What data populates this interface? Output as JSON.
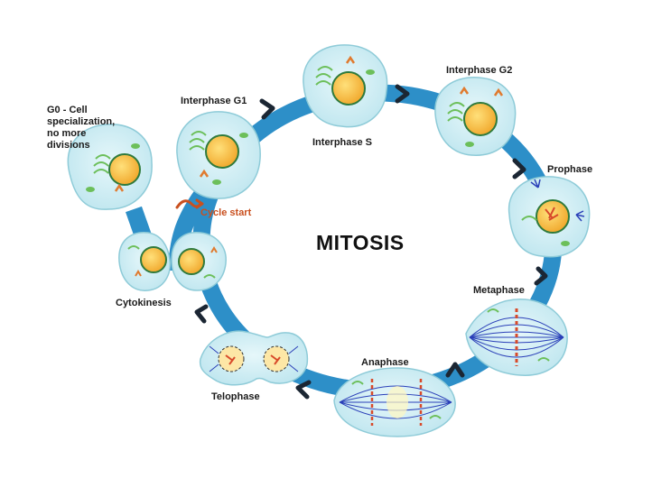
{
  "title": "MITOSIS",
  "stages": {
    "g0": "G0 - Cell\nspecialization,\nno more\ndivisions",
    "interphase_g1": "Interphase G1",
    "interphase_s": "Interphase S",
    "interphase_g2": "Interphase G2",
    "prophase": "Prophase",
    "metaphase": "Metaphase",
    "anaphase": "Anaphase",
    "telophase": "Telophase",
    "cytokinesis": "Cytokinesis"
  },
  "cycle_start": "Cycle start",
  "colors": {
    "ring": "#2d8fc8",
    "chevron": "#1b2633",
    "cell_fill": "#cdeef5",
    "cell_stroke": "#8ecbd8",
    "nucleus": "#f2b634",
    "nucleus_stroke": "#2f7a3c",
    "organelle_green": "#6cbf5a",
    "organelle_orange": "#e07a2e",
    "spindle": "#2a3fb8",
    "chromosome": "#d84a2a",
    "accent": "#c9501f"
  },
  "icons": [
    "chevron-arrow-icon",
    "cycle-start-arrow-icon"
  ]
}
